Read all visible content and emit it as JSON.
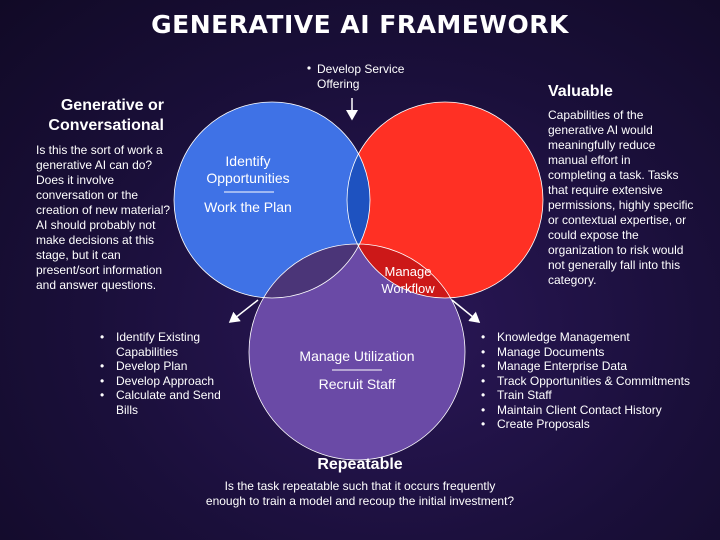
{
  "title": "GENERATIVE AI FRAMEWORK",
  "colors": {
    "blue_circle": "#3f72e6",
    "red_circle": "#ff3024",
    "purple_circle": "#6a4aa6",
    "blue_overlap": "#1e52c0",
    "green_center": "#3bbf60",
    "red_overlap": "#cc1818",
    "purple_overlap": "#4b3578"
  },
  "circles": {
    "blue": {
      "line1": "Identify",
      "line2": "Opportunities",
      "line3": "Work the Plan"
    },
    "purple": {
      "line1": "Manage Utilization",
      "line2": "Recruit Staff"
    },
    "red_purple_overlap": {
      "line1": "Manage",
      "line2": "Workflow"
    }
  },
  "top_bullet": [
    "Develop Service",
    "Offering"
  ],
  "generative": {
    "heading_line1": "Generative or",
    "heading_line2": "Conversational",
    "desc": [
      "Is this the sort of work a",
      "generative AI can do?",
      "Does it involve",
      "conversation or the",
      "creation of new material?",
      "AI should probably not",
      "make decisions at this",
      "stage, but it can",
      "present/sort information",
      "and answer questions."
    ]
  },
  "valuable": {
    "heading": "Valuable",
    "desc": [
      "Capabilities of the",
      "generative AI would",
      "meaningfully reduce",
      "manual effort in",
      "completing a task. Tasks",
      "that require extensive",
      "permissions, highly specific",
      "or contextual expertise, or",
      "could expose the",
      "organization to risk would",
      "not generally fall into this",
      "category."
    ]
  },
  "left_bullets": [
    "Identify Existing",
    "Capabilities",
    "Develop Plan",
    "Develop Approach",
    "Calculate and Send",
    "Bills"
  ],
  "right_bullets": [
    "Knowledge Management",
    "Manage Documents",
    "Manage Enterprise Data",
    "Track Opportunities & Commitments",
    "Train Staff",
    "Maintain Client Contact History",
    "Create Proposals"
  ],
  "repeatable": {
    "heading": "Repeatable",
    "desc": [
      "Is the task repeatable such that it occurs frequently",
      "enough to train a model and recoup the initial investment?"
    ]
  }
}
